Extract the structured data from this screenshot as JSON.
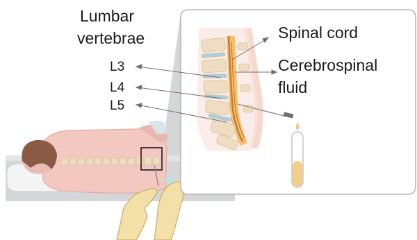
{
  "labels": {
    "region_line1": "Lumbar",
    "region_line2": "vertebrae",
    "l3": "L3",
    "l4": "L4",
    "l5": "L5",
    "spinal_cord": "Spinal cord",
    "csf_line1": "Cerebrospinal",
    "csf_line2": "fluid"
  },
  "colors": {
    "skin": "#f2c8c0",
    "skin_dark": "#e3aaa2",
    "hair": "#8a5a45",
    "spine_bone": "#f0dcc0",
    "disc": "#a9cfe3",
    "cord": "#c77a2a",
    "csf": "#f3c070",
    "glove": "#f3e0a8",
    "panel_border": "#b5b5b5",
    "zoom_wedge": "#cfd2d4",
    "table": "#d4d6d8",
    "pillow": "#f2f2f2",
    "tube_fluid": "#f2d08a",
    "needle": "#8a8a8a"
  }
}
